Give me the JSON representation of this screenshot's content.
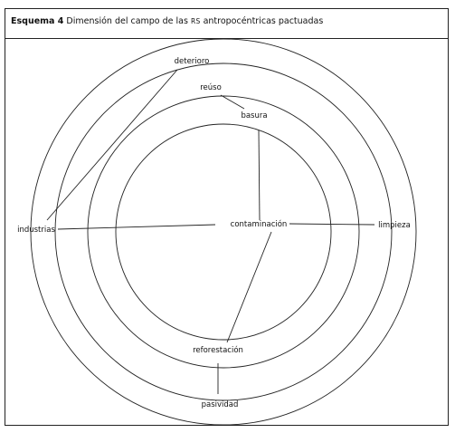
{
  "header": {
    "label": "Esquema 4",
    "title_pre": "Dimensión del campo de las ",
    "title_sc": "RS",
    "title_post": " antropocéntricas pactuadas"
  },
  "nodes": {
    "deterioro": "deterioro",
    "reuso": "reúso",
    "basura": "basura",
    "industrias": "industrias",
    "contaminacion": "contaminación",
    "limpieza": "limpieza",
    "reforestacion": "reforestación",
    "pasividad": "pasividad"
  }
}
